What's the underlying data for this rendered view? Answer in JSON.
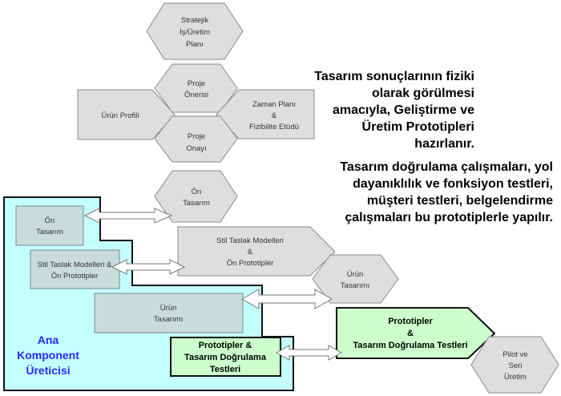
{
  "shapes": {
    "stratejik": [
      "Stratejik",
      "İş/Üretim",
      "Planı"
    ],
    "proje_onerisi": [
      "Proje",
      "Önerisi"
    ],
    "urun_profili": [
      "Ürün Profili"
    ],
    "zaman_plani": [
      "Zaman Planı",
      "&",
      "Fizibilite Etüdü"
    ],
    "proje_onayi": [
      "Proje",
      "Onayı"
    ],
    "on_tasarim": [
      "Ön",
      "Tasarım"
    ],
    "stil_taslak": [
      "Stil Taslak Modelleri",
      "&",
      "Ön Prototipler"
    ],
    "urun_tasarimi": [
      "Ürün",
      "Tasarımı"
    ],
    "prototipler_main": [
      "Prototipler",
      "&",
      "Tasarım Doğrulama Testleri"
    ],
    "pilot": [
      "Pilot ve",
      "Seri",
      "Üretim"
    ]
  },
  "supplier": {
    "label": [
      "Ana",
      "Komponent",
      "Üreticisi"
    ],
    "on_tasarim": [
      "Ön",
      "Tasarım"
    ],
    "stil_taslak": [
      "Stil Taslak Modelleri &",
      "Ön Prototipler"
    ],
    "urun_tasarimi": [
      "Ürün",
      "Tasarımı"
    ],
    "prototipler": [
      "Prototipler   &",
      "Tasarım Doğrulama",
      "Testleri"
    ]
  },
  "notes": {
    "block1": [
      "Tasarım sonuçlarının fiziki",
      "olarak görülmesi",
      "amacıyla, Geliştirme ve",
      "Üretim Prototipleri",
      "hazırlanır."
    ],
    "block2": [
      "Tasarım doğrulama çalışmaları, yol",
      "dayanıklılık ve fonksiyon testleri,",
      "müşteri testleri, belgelendirme",
      "çalışmaları bu prototiplerle yapılır."
    ]
  },
  "colors": {
    "supplier_bg": "#c4ffff",
    "green": "#ccffcc",
    "label_blue": "#2a2aff"
  }
}
